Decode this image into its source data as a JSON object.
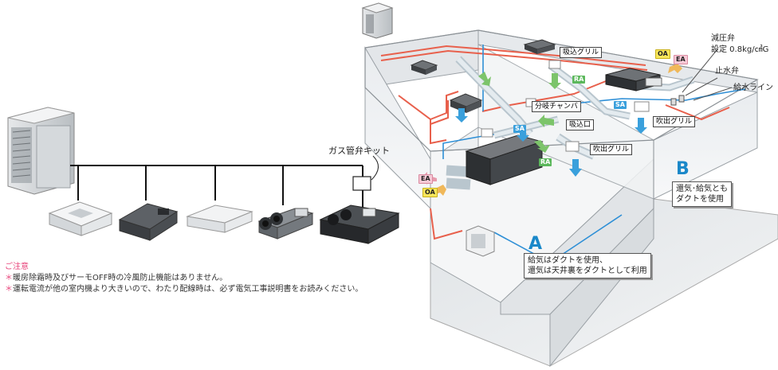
{
  "gas_valve_kit_label": "ガス管弁キット",
  "notes": {
    "title": "ご注意",
    "items": [
      "暖房除霜時及びサーモOFF時の冷風防止機能はありません。",
      "運転電流が他の室内機より大きいので、わたり配線時は、必ず電気工事説明書をお読みください。"
    ],
    "bullet": "＊"
  },
  "callouts": {
    "suction_grille_top": "吸込グリル",
    "branch_chamber": "分岐チャンバ",
    "suction_port": "吸込口",
    "outlet_grille_center": "吹出グリル",
    "outlet_grille_right": "吹出グリル"
  },
  "right_labels": {
    "pressure_valve": "減圧弁",
    "pressure_setting": "設定 0.8kg/㎠G",
    "stop_valve": "止水弁",
    "water_line": "給水ライン"
  },
  "air_tags": {
    "oa": "OA",
    "ea": "EA",
    "sa": "SA",
    "ra": "RA"
  },
  "zone_a": {
    "letter": "A",
    "line1": "給気はダクトを使用、",
    "line2": "還気は天井裏をダクトとして利用"
  },
  "zone_b": {
    "letter": "B",
    "line1": "還気･給気とも",
    "line2": "ダクトを使用"
  },
  "colors": {
    "refrigerant_line": "#e8604c",
    "supply_line": "#2e8fd6",
    "zone_letter": "#1a88c9",
    "note_accent": "#e8467c"
  }
}
